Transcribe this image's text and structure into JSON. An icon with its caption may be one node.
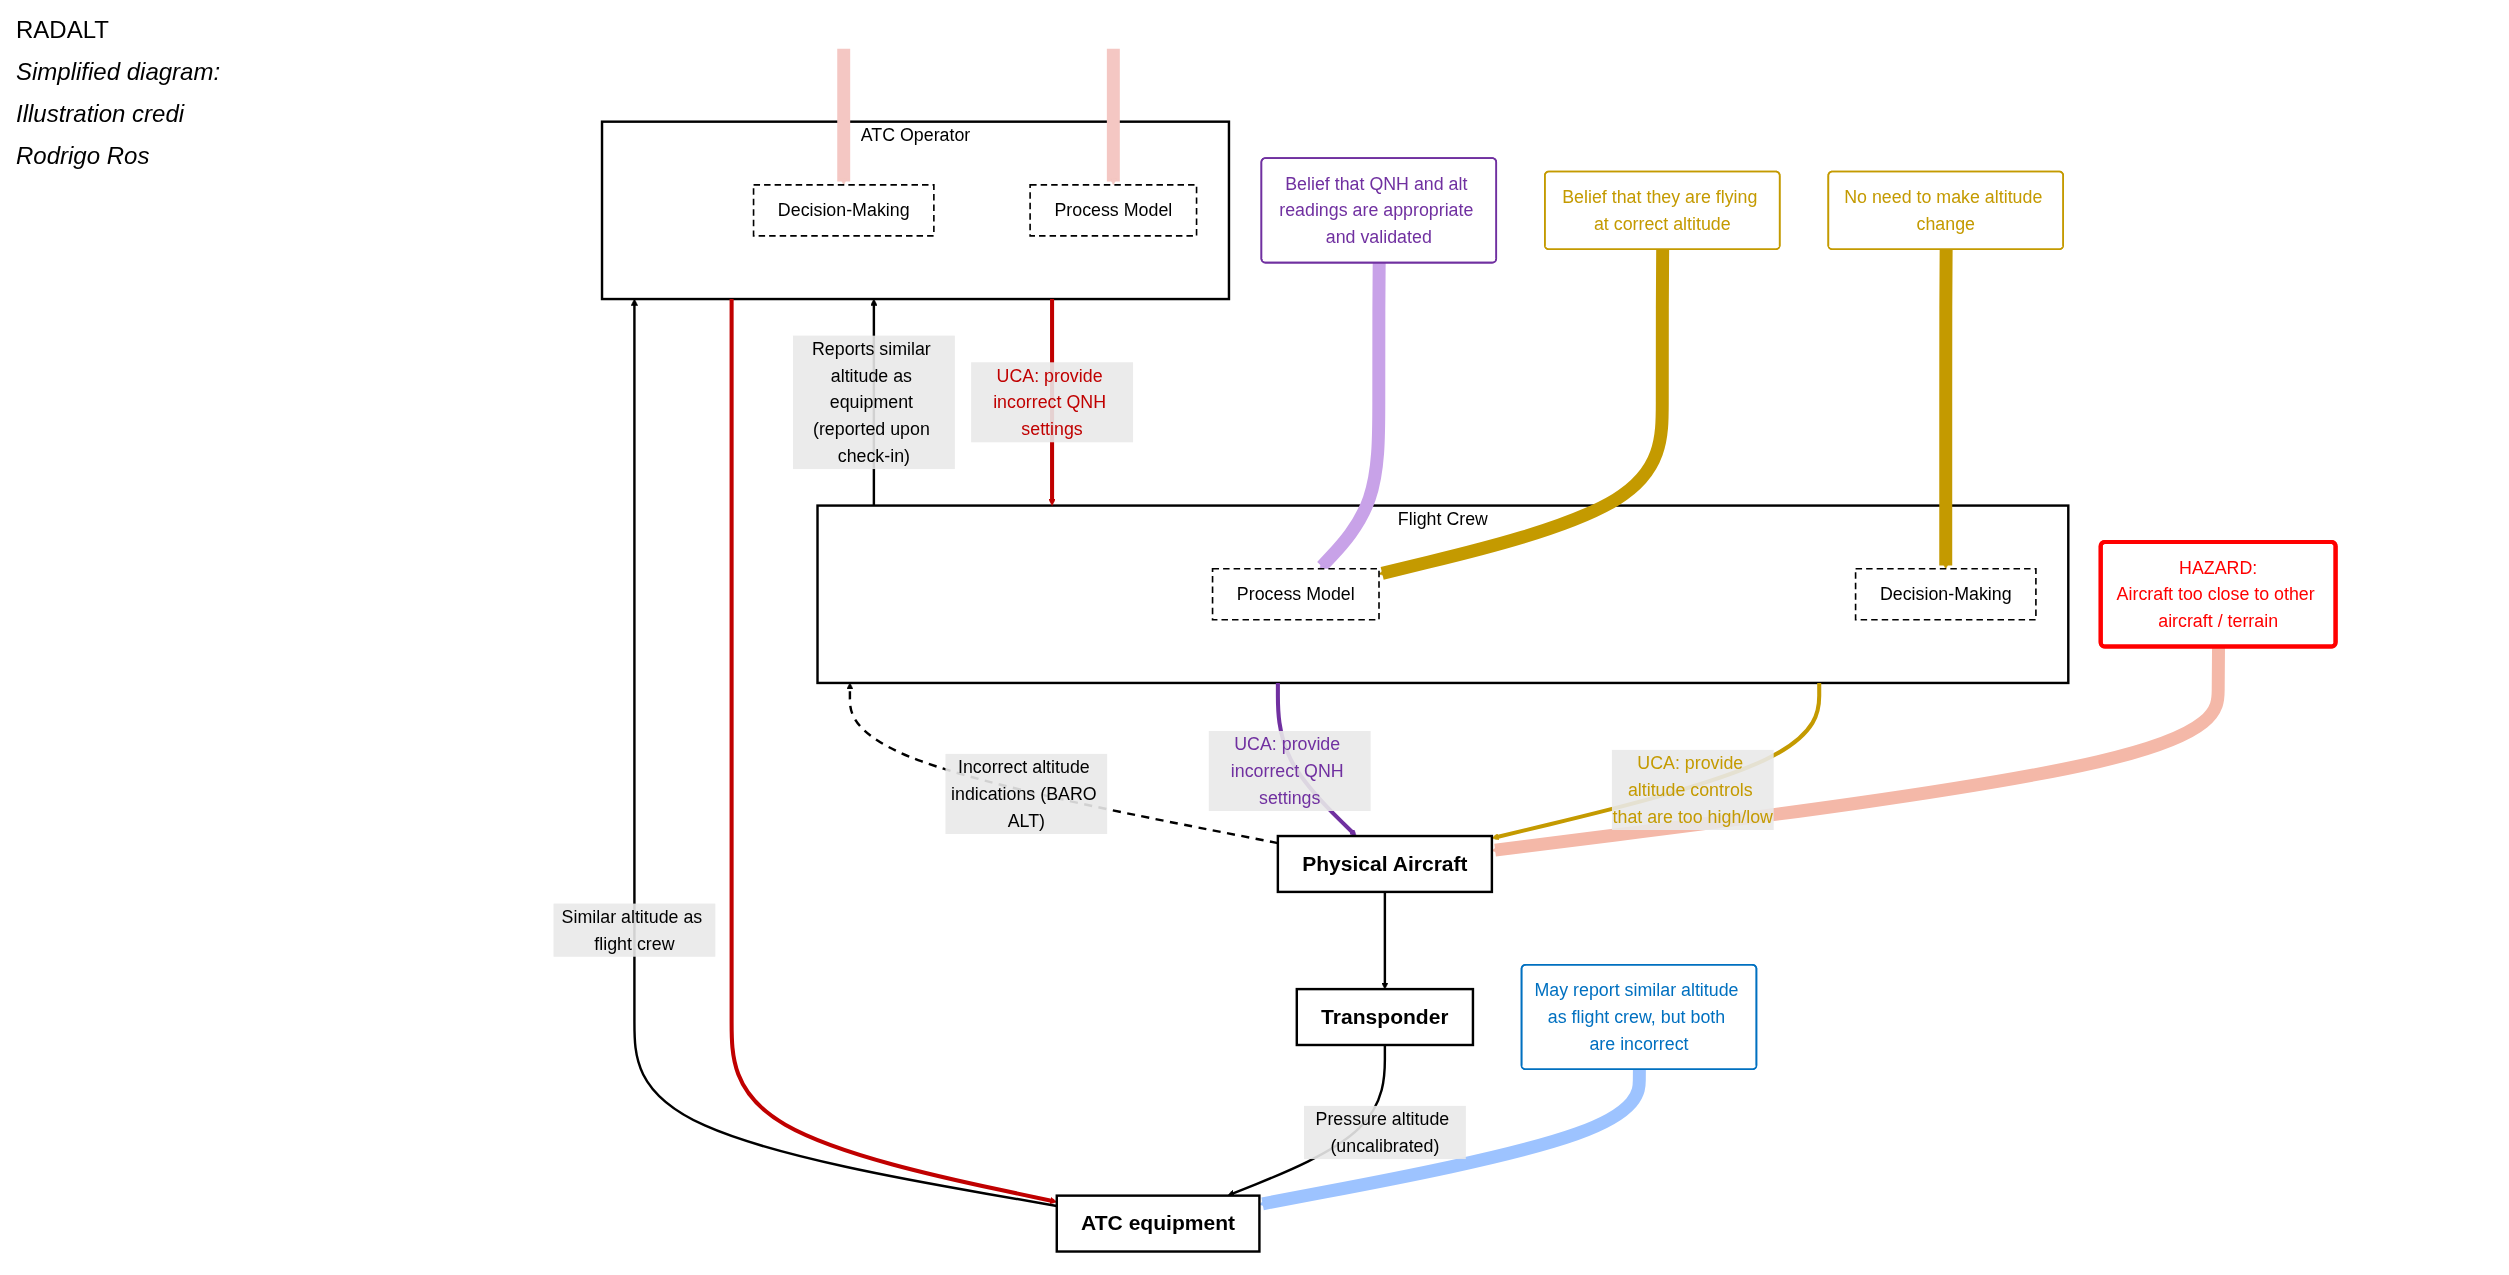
{
  "diagram": {
    "nodes": [
      {
        "text": [
          "ATC Operator"
        ]
      },
      {
        "text": [
          "Decision-Making"
        ],
        "in": 0
      },
      {
        "text": [
          "Process Model"
        ],
        "in": 0
      },
      {
        "text": [
          "ATC equipment"
        ]
      },
      {
        "text": [
          "Flight Crew"
        ]
      },
      {
        "text": [
          "Process Model"
        ],
        "in": 4
      },
      {
        "text": [
          "Decision-Making"
        ],
        "in": 4
      },
      {
        "text": [
          "Belief that they are flying at correct altitude"
        ]
      },
      {
        "text": [
          "No need to make altitude change"
        ]
      },
      {
        "text": [
          "Belief that QNH and alt readings are appropriate and validated"
        ]
      },
      {
        "text": [
          "May report similar altitude as flight crew, but both are incorrect"
        ]
      },
      {
        "text": [
          "Transponder"
        ]
      },
      {
        "text": [
          "Physical Aircraft"
        ]
      },
      {
        "text": [
          "HAZARD:",
          "Aircraft too close to other aircraft / terrain"
        ]
      }
    ],
    "edges": [
      {
        "from": null,
        "to": 1,
        "arrow": "to",
        "style": "thick",
        "color": "#f4c7c3"
      },
      {
        "from": null,
        "to": 2,
        "arrow": "to",
        "style": "thick",
        "color": "#f4c7c3"
      },
      {
        "from": 4,
        "to": 0,
        "arrow": "to",
        "label": "Reports similar altitude as equipment (reported upon check-in)"
      },
      {
        "from": 0,
        "to": 4,
        "arrow": "to",
        "label": "UCA: provide incorrect QNH settings",
        "color": "#c00000"
      },
      {
        "from": 0,
        "to": 3,
        "arrow": "to",
        "color": "#c00000"
      },
      {
        "from": 3,
        "to": 0,
        "arrow": "to",
        "label": "Similar altitude as flight crew"
      },
      {
        "from": 7,
        "to": 5,
        "arrow": "to",
        "style": "thick",
        "color": "#c49a00"
      },
      {
        "from": 8,
        "to": 6,
        "arrow": "to",
        "style": "thick",
        "color": "#c49a00"
      },
      {
        "from": 9,
        "to": 5,
        "arrow": "to",
        "style": "thick",
        "color": "#c8a2e8"
      },
      {
        "from": 10,
        "to": 3,
        "arrow": "to",
        "style": "thick",
        "color": "#9dc3ff"
      },
      {
        "from": 4,
        "to": 12,
        "arrow": "to",
        "label": "UCA: provide altitude controls that are too high/low",
        "color": "#c49a00"
      },
      {
        "from": 12,
        "to": 4,
        "arrow": "to",
        "label": "Incorrect altitude indications (BARO ALT)",
        "style": "dashed"
      },
      {
        "from": 4,
        "to": 12,
        "arrow": "to",
        "label": "UCA: provide incorrect QNH settings",
        "color": "#7030a0"
      },
      {
        "from": 11,
        "to": 3,
        "arrow": "to",
        "label": "Pressure altitude (uncalibrated)"
      },
      {
        "from": 12,
        "to": 11,
        "arrow": "to"
      },
      {
        "from": 13,
        "to": 12,
        "arrow": "to",
        "style": "thick",
        "color": "#f4b8a8"
      }
    ],
    "labels": [
      "RADALT",
      "Simplified diagram:",
      "Illustration credi",
      "Rodrigo Ros"
    ]
  }
}
